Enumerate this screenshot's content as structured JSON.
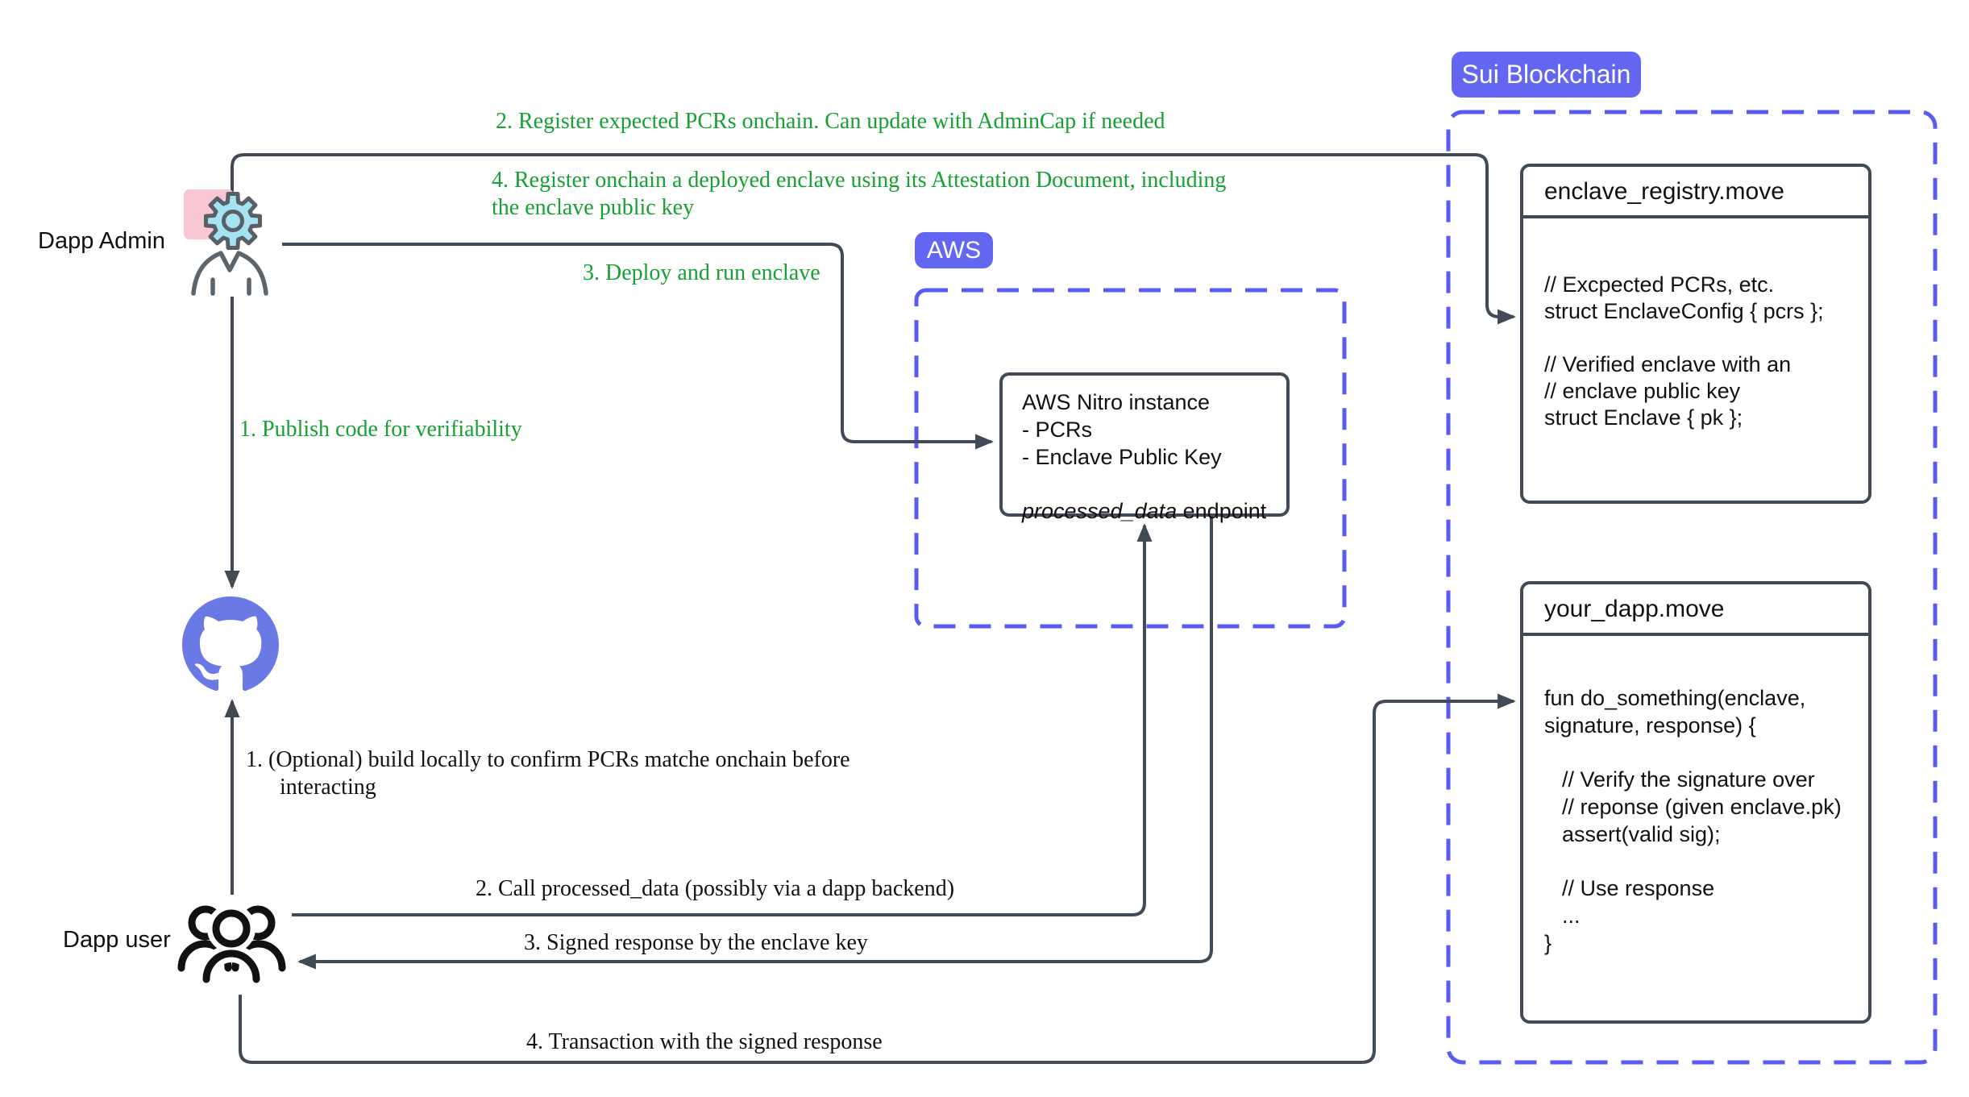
{
  "actors": {
    "admin": {
      "label": "Dapp Admin"
    },
    "user": {
      "label": "Dapp user"
    }
  },
  "badges": {
    "aws": "AWS",
    "sui": "Sui Blockchain"
  },
  "annotations": {
    "register_pcrs": "2. Register expected PCRs onchain. Can update with AdminCap if needed",
    "register_enclave": "4. Register onchain a deployed enclave using its Attestation Document, including the enclave public key",
    "deploy": "3. Deploy and run enclave",
    "publish": "1. Publish code for verifiability",
    "build_locally": "1. (Optional) build locally to confirm PCRs matche onchain before interacting",
    "call_endpoint": "2. Call processed_data (possibly via a dapp backend)",
    "signed_response": "3. Signed response by the enclave key",
    "transaction": "4. Transaction with the signed response"
  },
  "boxes": {
    "nitro": {
      "line1": "AWS Nitro instance",
      "line2": "- PCRs",
      "line3": "- Enclave Public Key",
      "endpoint_name": "processed_data",
      "endpoint_rest": " endpoint"
    },
    "registry": {
      "title": "enclave_registry.move",
      "lines": [
        "// Excpected PCRs, etc.",
        "struct EnclaveConfig { pcrs };",
        "// Verified enclave with an",
        "// enclave public key",
        "struct Enclave { pk };"
      ]
    },
    "dapp": {
      "title": "your_dapp.move",
      "lines": [
        "fun do_something(enclave,",
        "signature, response) {",
        "// Verify the signature over",
        "// reponse (given enclave.pk)",
        "assert(valid sig);",
        "// Use response",
        "...",
        "}"
      ]
    }
  },
  "icons": {
    "admin": "admin-gear-person-icon",
    "github": "github-icon",
    "user": "user-group-icon"
  },
  "colors": {
    "accent_indigo": "#6366f1",
    "dashed_stroke": "#5a5bf3",
    "connector": "#414a57",
    "annotation_green": "#17a034",
    "sticky_pink": "#f9c6d3",
    "gear_cyan": "#a6e3f0",
    "github_indigo": "#6b79e5"
  }
}
